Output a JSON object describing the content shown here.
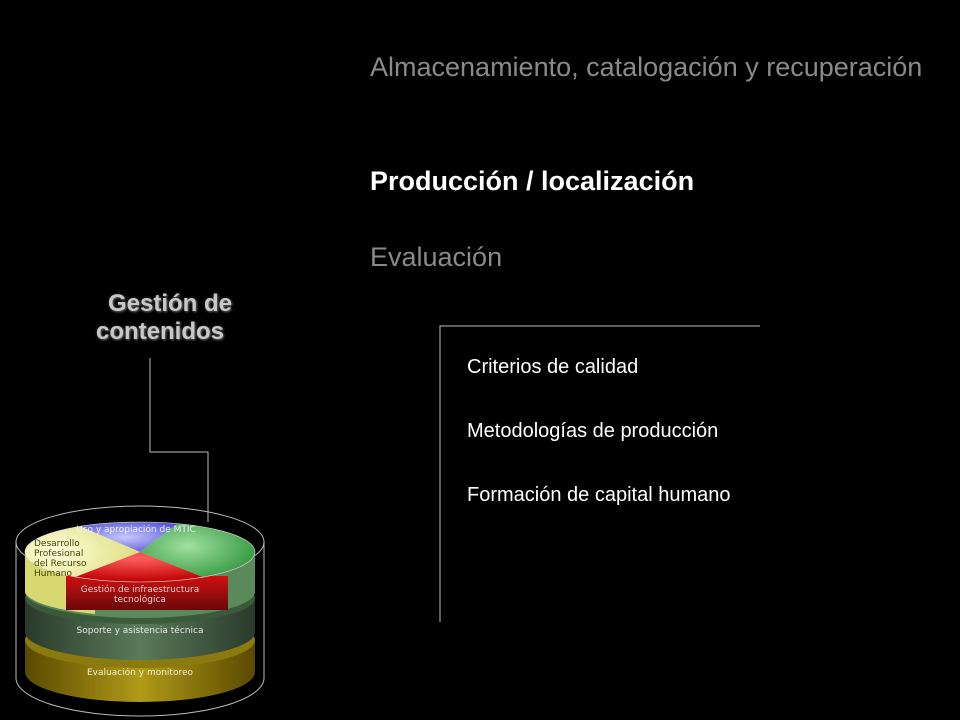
{
  "menu": {
    "items": [
      {
        "label": "Almacenamiento, catalogación y recuperación",
        "active": false
      },
      {
        "label": "Producción / localización",
        "active": true
      },
      {
        "label": "Evaluación",
        "active": false
      }
    ]
  },
  "title": {
    "line1": "Gestión de",
    "line2": "contenidos"
  },
  "subitems": [
    "Criterios de calidad",
    "Metodologías de producción",
    "Formación de capital humano"
  ],
  "cylinder": {
    "top": {
      "uso": "Uso y apropiación de MTIC",
      "desarrollo": [
        "Desarrollo",
        "Profesional",
        "del Recurso",
        "Humano"
      ]
    },
    "layers": {
      "infra": [
        "Gestión de infraestructura",
        "tecnológica"
      ],
      "soporte": "Soporte y asistencia técnica",
      "evaluacion": "Evaluación y monitoreo"
    }
  },
  "colors": {
    "background": "#000000",
    "inactive_text": "#8a8a8a",
    "active_text": "#ffffff",
    "uso_segment": "#5a5ae0",
    "desarrollo_segment": "#f0f0a0",
    "infra_segment": "#e01818",
    "gestion_segment": "#1a9a2a",
    "soporte_layer": "#4a6a4a",
    "evaluacion_layer": "#a08a10"
  }
}
